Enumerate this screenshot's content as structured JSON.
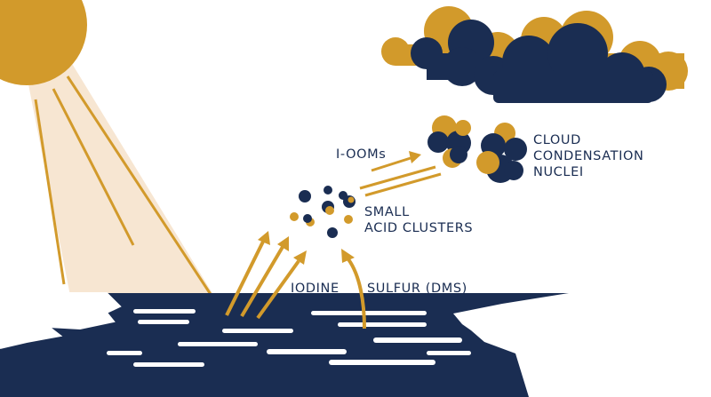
{
  "labels": {
    "i_ooms": "I-OOMs",
    "cloud_line1": "CLOUD",
    "cloud_line2": "CONDENSATION",
    "cloud_line3": "NUCLEI",
    "clusters_line1": "SMALL",
    "clusters_line2": "ACID CLUSTERS",
    "iodine": "IODINE",
    "sulfur": "SULFUR (DMS)"
  },
  "colors": {
    "navy": "#1a2d52",
    "gold": "#d29a2b",
    "beam": "#f7e6d2",
    "ice": "#ffffff",
    "background": "#ffffff"
  }
}
